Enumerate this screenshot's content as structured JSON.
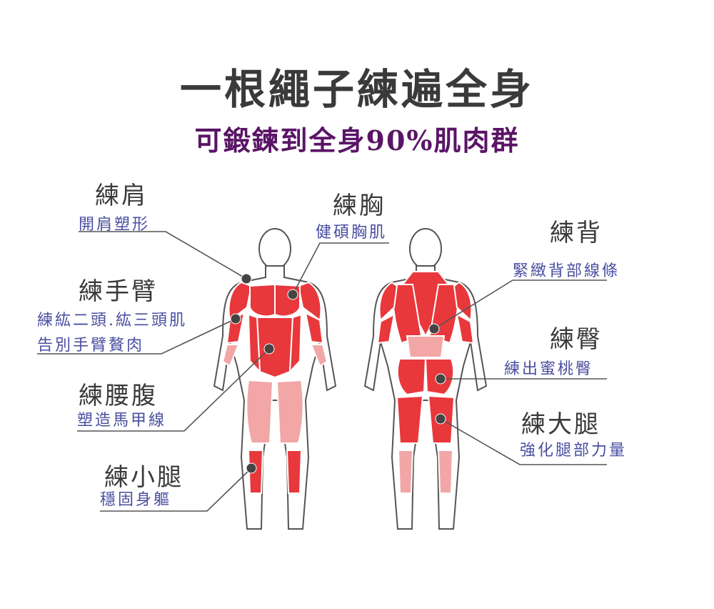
{
  "title": "一根繩子練遍全身",
  "subtitle": "可鍛鍊到全身90%肌肉群",
  "colors": {
    "muscle": "#e8383c",
    "muscle_light": "#f3a6a6",
    "title": "#3a3a3a",
    "subtitle": "#5a1466",
    "desc": "#4a4ea0",
    "line": "#555555"
  },
  "labels": {
    "shoulder": {
      "heading": "練肩",
      "desc": "開肩塑形"
    },
    "chest": {
      "heading": "練胸",
      "desc": "健碩胸肌"
    },
    "back": {
      "heading": "練背",
      "desc": "緊緻背部線條"
    },
    "arm": {
      "heading": "練手臂",
      "desc1": "練紘二頭.紘三頭肌",
      "desc2": "告別手臂贅肉"
    },
    "glutes": {
      "heading": "練臀",
      "desc": "練出蜜桃臀"
    },
    "waist": {
      "heading": "練腰腹",
      "desc": "塑造馬甲線"
    },
    "thigh": {
      "heading": "練大腿",
      "desc": "強化腿部力量"
    },
    "calf": {
      "heading": "練小腿",
      "desc": "穩固身軀"
    }
  }
}
